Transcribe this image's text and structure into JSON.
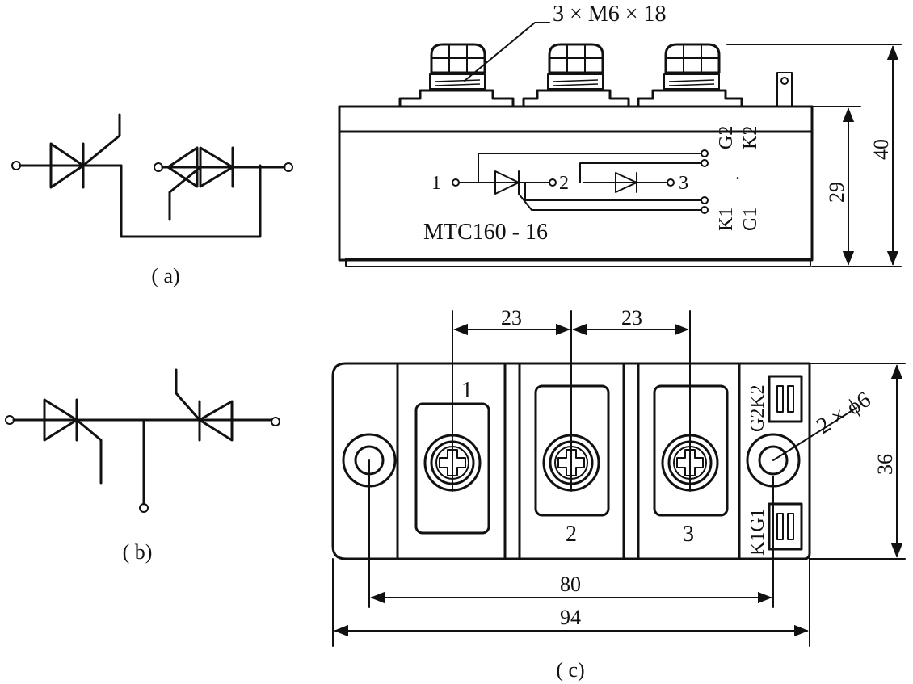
{
  "labels": {
    "fig_a": "( a)",
    "fig_b": "( b)",
    "fig_c": "( c)",
    "model": "MTC160 - 16",
    "bolts": "3 × M6 × 18",
    "holes": "2 × ϕ6"
  },
  "side_view": {
    "terminal_1": "1",
    "terminal_2": "2",
    "terminal_3": "3",
    "g2": "G2",
    "k2": "K2",
    "k1": "K1",
    "g1": "G1",
    "dot": "."
  },
  "top_view": {
    "num_1": "1",
    "num_2": "2",
    "num_3": "3",
    "g2k2": "G2K2",
    "k1g1": "K1G1"
  },
  "dimensions": {
    "pitch_1": "23",
    "pitch_2": "23",
    "height_total": "40",
    "height_body": "29",
    "width_base": "36",
    "hole_spacing": "80",
    "length_total": "94"
  }
}
